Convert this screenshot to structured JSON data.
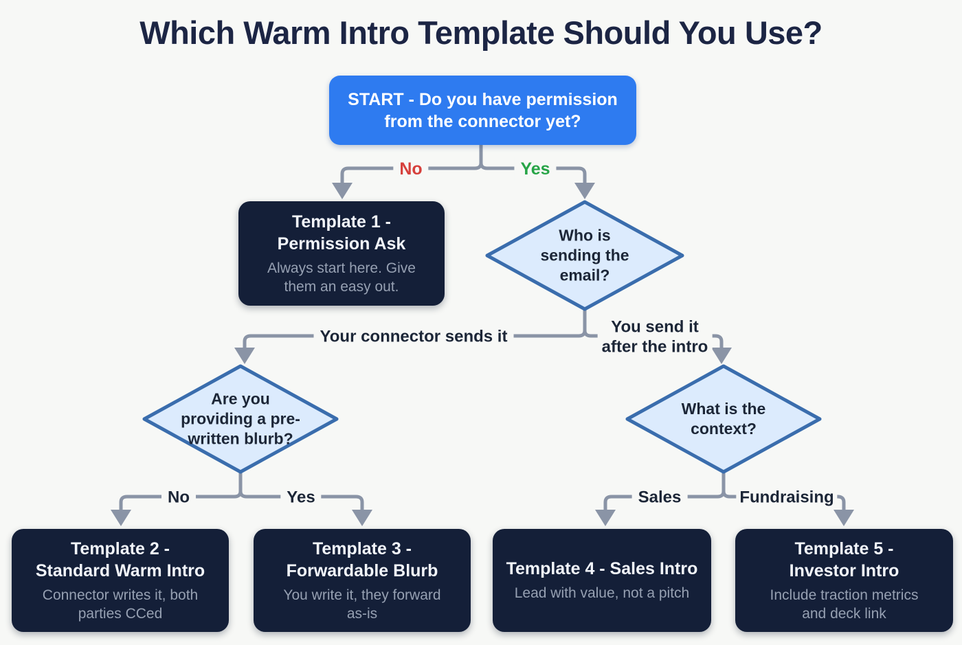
{
  "title": "Which Warm Intro Template Should You Use?",
  "colors": {
    "background": "#f7f8f6",
    "start_box": "#2e7bf0",
    "template_box": "#141f38",
    "diamond_fill": "#dcebfd",
    "diamond_border": "#3a6dad",
    "connector": "#8a94a6",
    "no_label": "#d6403c",
    "yes_label": "#27a447",
    "dark_text": "#1c2637",
    "box_title_text": "#f2f5fa",
    "box_subtitle_text": "#96a0b2"
  },
  "nodes": {
    "start": {
      "lines": [
        "START - Do you have permission",
        "from the connector yet?"
      ]
    },
    "decision_who_sends": {
      "lines": [
        "Who is",
        "sending the",
        "email?"
      ]
    },
    "decision_blurb": {
      "lines": [
        "Are you",
        "providing a pre-",
        "written blurb?"
      ]
    },
    "decision_context": {
      "lines": [
        "What is the",
        "context?"
      ]
    },
    "template1": {
      "title_lines": [
        "Template 1 -",
        "Permission Ask"
      ],
      "subtitle_lines": [
        "Always start here. Give",
        "them an easy out."
      ]
    },
    "template2": {
      "title_lines": [
        "Template 2 -",
        "Standard Warm Intro"
      ],
      "subtitle_lines": [
        "Connector writes it, both",
        "parties CCed"
      ]
    },
    "template3": {
      "title_lines": [
        "Template 3 -",
        "Forwardable Blurb"
      ],
      "subtitle_lines": [
        "You write it, they forward",
        "as-is"
      ]
    },
    "template4": {
      "title_lines": [
        "Template 4 - Sales Intro"
      ],
      "subtitle_lines": [
        "Lead with value, not a pitch"
      ]
    },
    "template5": {
      "title_lines": [
        "Template 5 -",
        "Investor Intro"
      ],
      "subtitle_lines": [
        "Include traction metrics",
        "and deck link"
      ]
    }
  },
  "edge_labels": {
    "no_permission": "No",
    "yes_permission": "Yes",
    "connector_sends": "Your connector sends it",
    "you_send_lines": [
      "You send it",
      "after the intro"
    ],
    "no_blurb": "No",
    "yes_blurb": "Yes",
    "sales": "Sales",
    "fundraising": "Fundraising"
  }
}
